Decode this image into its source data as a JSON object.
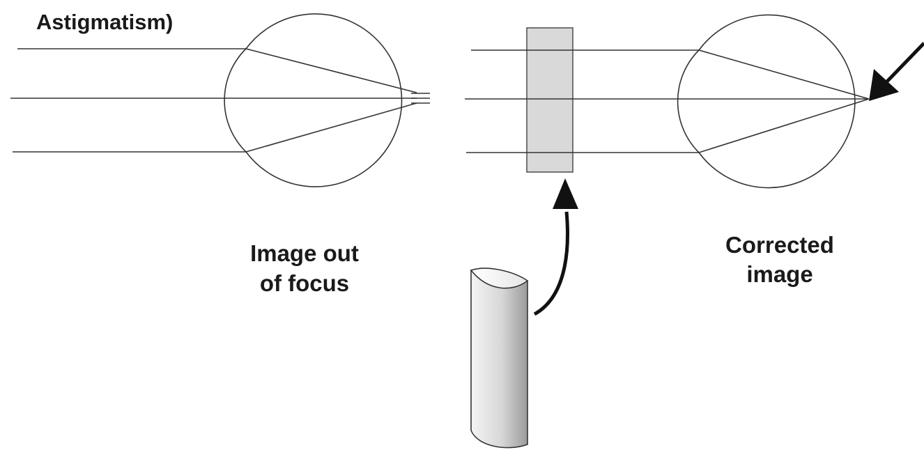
{
  "labels": {
    "title_fragment": "Astigmatism)",
    "left_caption_line1": "Image out",
    "left_caption_line2": "of focus",
    "right_caption_line1": "Corrected",
    "right_caption_line2": "image"
  },
  "colors": {
    "line": "#333333",
    "lens_fill": "#d9d9d9",
    "lens_stroke": "#555555",
    "arrow": "#111111",
    "background": "#ffffff"
  }
}
